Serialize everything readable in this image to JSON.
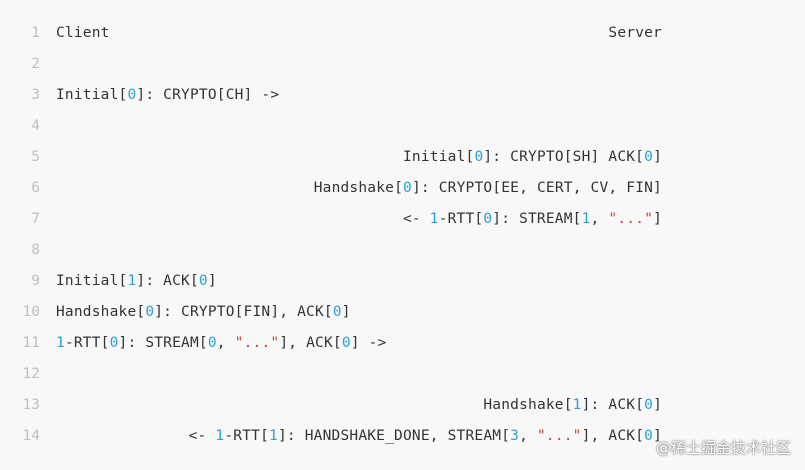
{
  "line_numbers": [
    "1",
    "2",
    "3",
    "4",
    "5",
    "6",
    "7",
    "8",
    "9",
    "10",
    "11",
    "12",
    "13",
    "14"
  ],
  "colors": {
    "background": "#f8f8f8",
    "text": "#333333",
    "line_number": "#c0c0c0",
    "number": "#2aa1d3",
    "string": "#d04040"
  },
  "code": {
    "l1_client": "Client",
    "l1_server": "Server",
    "l3": [
      "Initial[",
      "0",
      "]: CRYPTO[CH] ->"
    ],
    "l5": [
      "Initial[",
      "0",
      "]: CRYPTO[SH] ACK[",
      "0",
      "]"
    ],
    "l6": [
      "Handshake[",
      "0",
      "]: CRYPTO[EE, CERT, CV, FIN]"
    ],
    "l7": [
      "<- ",
      "1",
      "-RTT[",
      "0",
      "]: STREAM[",
      "1",
      ", ",
      "\"...\"",
      "]"
    ],
    "l9": [
      "Initial[",
      "1",
      "]: ACK[",
      "0",
      "]"
    ],
    "l10": [
      "Handshake[",
      "0",
      "]: CRYPTO[FIN], ACK[",
      "0",
      "]"
    ],
    "l11": [
      "1",
      "-RTT[",
      "0",
      "]: STREAM[",
      "0",
      ", ",
      "\"...\"",
      "], ACK[",
      "0",
      "] ->"
    ],
    "l13": [
      "Handshake[",
      "1",
      "]: ACK[",
      "0",
      "]"
    ],
    "l14": [
      "<- ",
      "1",
      "-RTT[",
      "1",
      "]: HANDSHAKE_DONE, STREAM[",
      "3",
      ", ",
      "\"...\"",
      "], ACK[",
      "0",
      "]"
    ]
  },
  "watermark": "@稀土掘金技术社区"
}
